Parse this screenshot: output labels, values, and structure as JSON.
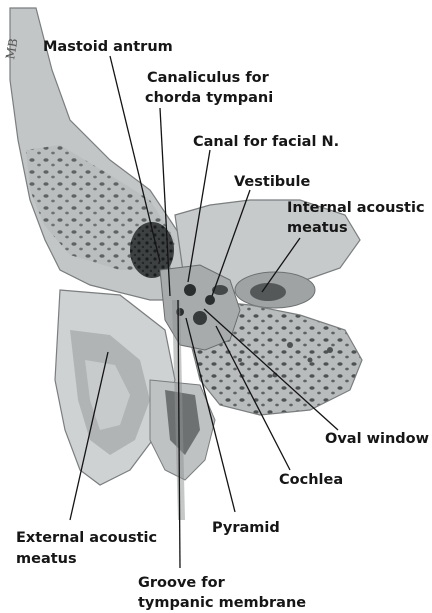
{
  "figure": {
    "signature": "MB",
    "labels": {
      "mastoid_antrum": "Mastoid antrum",
      "canaliculus_line1": "Canaliculus for",
      "canaliculus_line2": "chorda tympani",
      "canal_facial": "Canal for facial N.",
      "vestibule": "Vestibule",
      "internal_line1": "Internal acoustic",
      "internal_line2": "meatus",
      "oval_window": "Oval window",
      "cochlea": "Cochlea",
      "pyramid": "Pyramid",
      "external_line1": "External acoustic",
      "external_line2": "meatus",
      "groove_line1": "Groove for",
      "groove_line2": "tympanic membrane"
    }
  }
}
